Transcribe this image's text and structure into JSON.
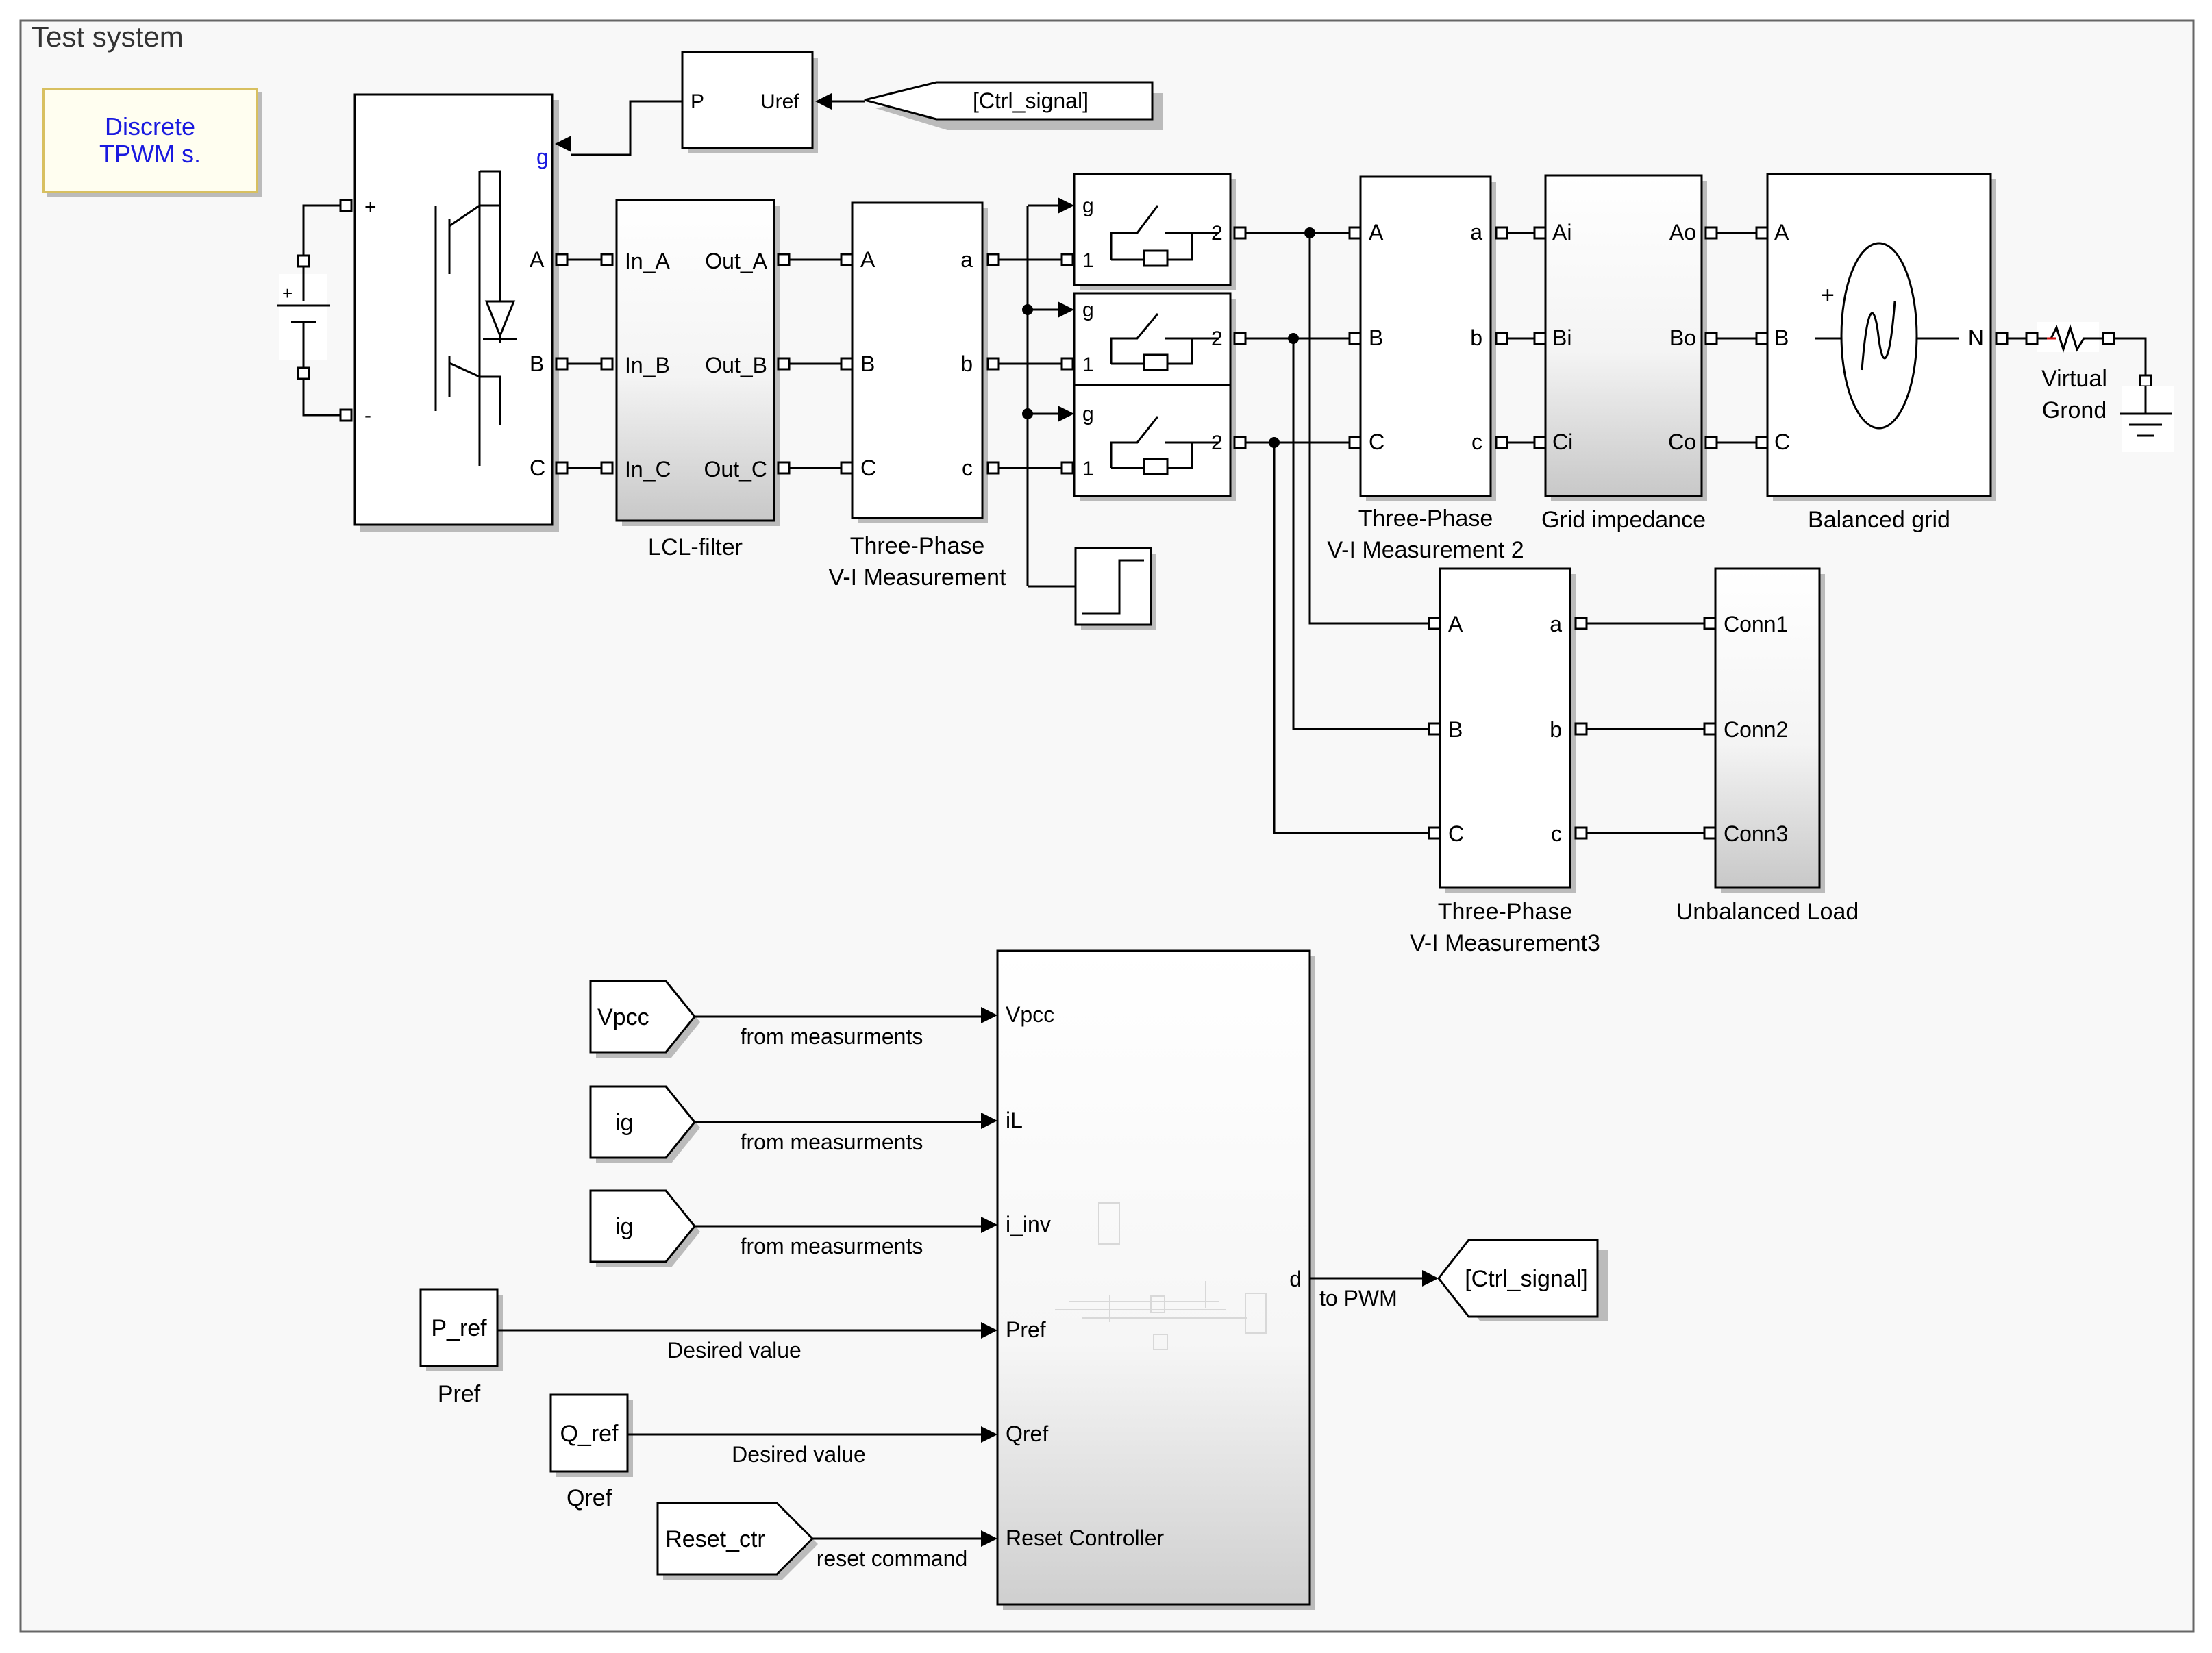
{
  "area": {
    "title": "Test system"
  },
  "powergui": {
    "line1": "Discrete",
    "line2": "TPWM s."
  },
  "inverter": {
    "port_g": "g",
    "port_A": "A",
    "port_B": "B",
    "port_C": "C",
    "port_plus": "+",
    "port_minus": "-"
  },
  "pwm": {
    "port_P": "P",
    "port_Uref": "Uref"
  },
  "goto_ctrl_from": {
    "label": "[Ctrl_signal]"
  },
  "lcl": {
    "in_a": "In_A",
    "in_b": "In_B",
    "in_c": "In_C",
    "out_a": "Out_A",
    "out_b": "Out_B",
    "out_c": "Out_C",
    "name": "LCL-filter"
  },
  "vi1": {
    "A": "A",
    "B": "B",
    "C": "C",
    "a": "a",
    "b": "b",
    "c": "c",
    "name1": "Three-Phase",
    "name2": "V-I Measurement"
  },
  "breaker": {
    "g": "g",
    "one": "1",
    "two": "2"
  },
  "vi2": {
    "A": "A",
    "B": "B",
    "C": "C",
    "a": "a",
    "b": "b",
    "c": "c",
    "name1": "Three-Phase",
    "name2": "V-I Measurement 2"
  },
  "gridimp": {
    "Ai": "Ai",
    "Bi": "Bi",
    "Ci": "Ci",
    "Ao": "Ao",
    "Bo": "Bo",
    "Co": "Co",
    "name": "Grid impedance"
  },
  "grid": {
    "A": "A",
    "B": "B",
    "C": "C",
    "N": "N",
    "name": "Balanced grid"
  },
  "vground": {
    "name1": "Virtual",
    "name2": "Grond"
  },
  "vi3": {
    "A": "A",
    "B": "B",
    "C": "C",
    "a": "a",
    "b": "b",
    "c": "c",
    "name1": "Three-Phase",
    "name2": "V-I Measurement3"
  },
  "load": {
    "conn1": "Conn1",
    "conn2": "Conn2",
    "conn3": "Conn3",
    "name": "Unbalanced Load"
  },
  "ctrl_inputs": [
    {
      "from": "Vpcc",
      "signal": "from measurments",
      "port": "Vpcc"
    },
    {
      "from": "ig",
      "signal": "from measurments",
      "port": "iL"
    },
    {
      "from": "ig",
      "signal": "from measurments",
      "port": "i_inv"
    },
    {
      "from": "P_ref",
      "signal": "Desired value",
      "port": "Pref",
      "caption": "Pref"
    },
    {
      "from": "Q_ref",
      "signal": "Desired value",
      "port": "Qref",
      "caption": "Qref"
    },
    {
      "from": "Reset_ctr",
      "signal": "reset command",
      "port": "Reset Controller"
    }
  ],
  "controller": {
    "out_port": "d",
    "out_signal": "to PWM"
  },
  "goto_ctrl_to": {
    "label": "[Ctrl_signal]"
  }
}
